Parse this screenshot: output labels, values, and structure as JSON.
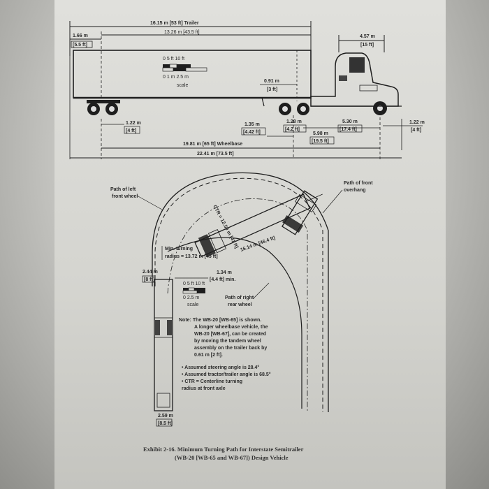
{
  "top": {
    "trailer_length": "16.15 m [53 ft] Trailer",
    "inner_length": "13.26 m [43.5 ft]",
    "front_overhang_m": "1.66 m",
    "front_overhang_ft": "[5.5 ft]",
    "cab_length_m": "4.57 m",
    "cab_length_ft": "[15 ft]",
    "scale_ft": "0    5 ft   10 ft",
    "scale_m": "0  1 m   2.5 m",
    "scale_word": "scale",
    "kingpin_m": "0.91 m",
    "kingpin_ft": "[3 ft]",
    "rear_overhang_m": "1.22 m",
    "rear_overhang_ft": "[4 ft]",
    "axle_m": "1.35 m",
    "axle_ft": "[4.42 ft]",
    "tandem_m": "1.28 m",
    "tandem_ft": "[4.2 ft]",
    "tractor_wb_m": "5.30 m",
    "tractor_wb_ft": "[17.4 ft]",
    "spacing_m": "5.98 m",
    "spacing_ft": "[19.5 ft]",
    "front_m": "1.22 m",
    "front_ft": "[4 ft]",
    "wheelbase": "19.81 m [65 ft] Wheelbase",
    "overall": "22.41 m [73.5 ft]"
  },
  "bottom": {
    "path_left_1": "Path of left",
    "path_left_2": "front wheel",
    "path_front_1": "Path of front",
    "path_front_2": "overhang",
    "ctr": "CTR = 12.50 m [41 ft]",
    "trailer_len": "16.14 m [46.4 ft]",
    "min_turning_1": "Min. turning",
    "min_turning_2": "radius = 13.72 m [45 ft]",
    "width_m": "2.44 m",
    "width_ft": "[8 ft]",
    "offset_m": "1.34 m",
    "offset_ft": "[4.4 ft] min.",
    "scale_ft": "0  5 ft 10 ft",
    "scale_m": "0  2.5 m",
    "scale_word": "scale",
    "path_right_1": "Path of right",
    "path_right_2": "rear wheel",
    "note": [
      "Note: The WB-20 [WB-65] is shown.",
      "A longer wheelbase vehicle, the",
      "WB-20 [WB-67], can be created",
      "by moving the tandem wheel",
      "assembly on the trailer back by",
      "0.61 m [2 ft]."
    ],
    "bullets": [
      "• Assumed steering angle is 28.4°",
      "• Assumed tractor/trailer angle is 68.5°",
      "• CTR = Centerline turning",
      "   radius at front axle"
    ],
    "bottom_m": "2.59 m",
    "bottom_ft": "[8.5 ft]"
  },
  "caption": {
    "line1": "Exhibit 2-16.  Minimum Turning Path for Interstate Semitrailer",
    "line2": "(WB-20 [WB-65 and WB-67]) Design Vehicle"
  }
}
